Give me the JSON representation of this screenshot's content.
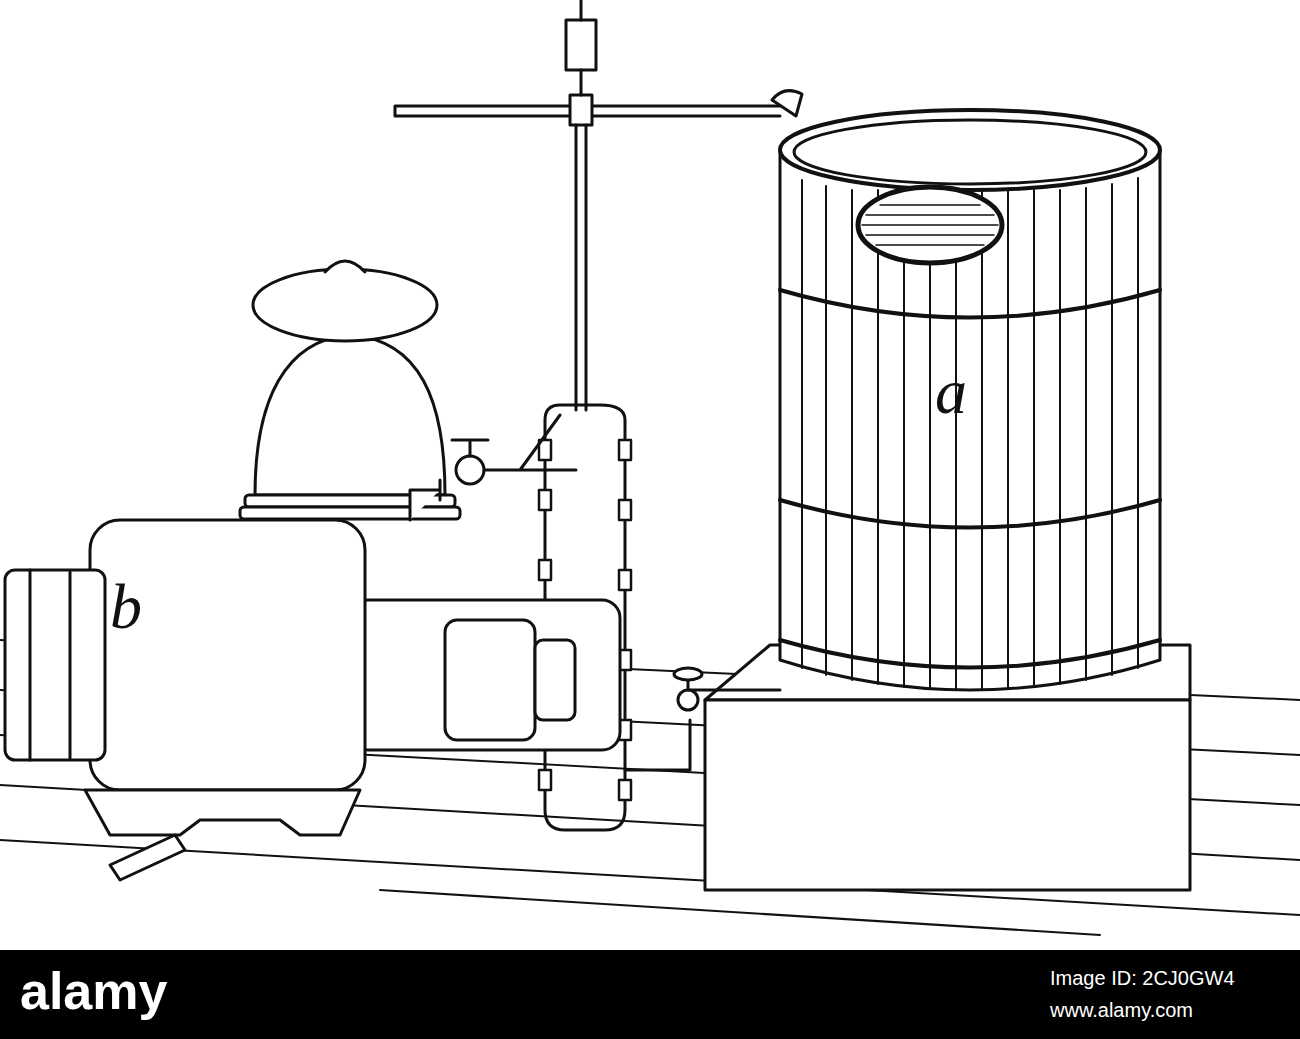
{
  "diagram": {
    "labels": [
      "a",
      "b",
      "alamy",
      "Image ID: 2CJ0GW4",
      "www.alamy.com"
    ]
  }
}
